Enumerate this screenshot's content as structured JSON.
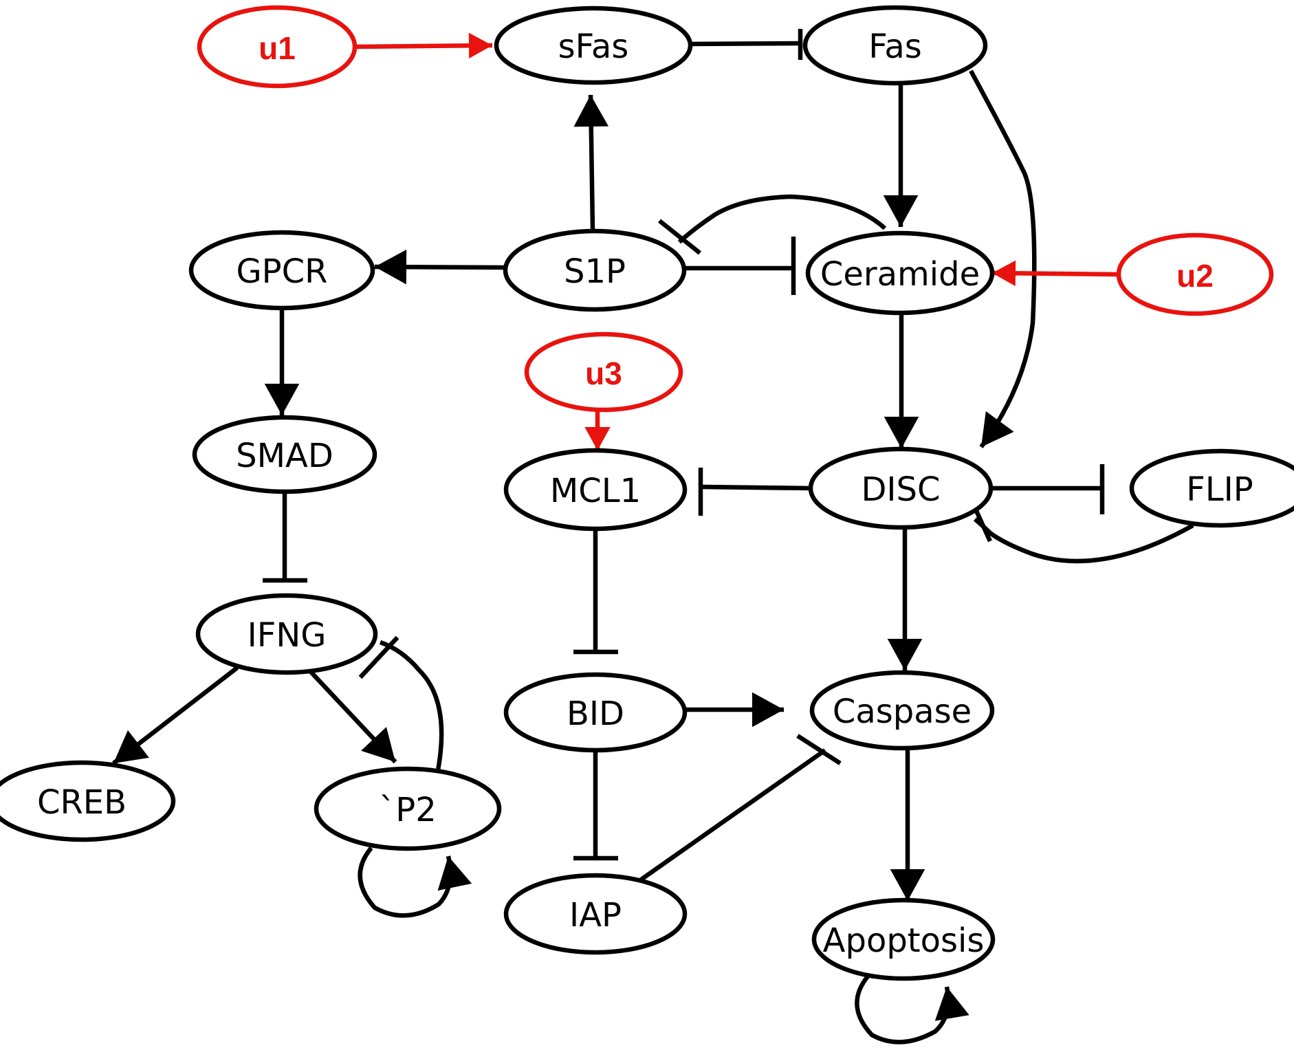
{
  "colors": {
    "default": "#000000",
    "input": "#e8130f"
  },
  "nodes": [
    {
      "id": "u1",
      "label": "u1",
      "kind": "input"
    },
    {
      "id": "sFas",
      "label": "sFas",
      "kind": "node"
    },
    {
      "id": "Fas",
      "label": "Fas",
      "kind": "node"
    },
    {
      "id": "GPCR",
      "label": "GPCR",
      "kind": "node"
    },
    {
      "id": "S1P",
      "label": "S1P",
      "kind": "node"
    },
    {
      "id": "Ceramide",
      "label": "Ceramide",
      "kind": "node"
    },
    {
      "id": "u2",
      "label": "u2",
      "kind": "input"
    },
    {
      "id": "u3",
      "label": "u3",
      "kind": "input"
    },
    {
      "id": "SMAD",
      "label": "SMAD",
      "kind": "node"
    },
    {
      "id": "MCL1",
      "label": "MCL1",
      "kind": "node"
    },
    {
      "id": "DISC",
      "label": "DISC",
      "kind": "node"
    },
    {
      "id": "FLIP",
      "label": "FLIP",
      "kind": "node"
    },
    {
      "id": "IFNG",
      "label": "IFNG",
      "kind": "node"
    },
    {
      "id": "BID",
      "label": "BID",
      "kind": "node"
    },
    {
      "id": "Caspase",
      "label": "Caspase",
      "kind": "node"
    },
    {
      "id": "CREB",
      "label": "CREB",
      "kind": "node"
    },
    {
      "id": "P2",
      "label": "`P2",
      "kind": "node"
    },
    {
      "id": "IAP",
      "label": "IAP",
      "kind": "node"
    },
    {
      "id": "Apoptosis",
      "label": "Apoptosis",
      "kind": "node"
    }
  ],
  "edges": [
    {
      "from": "u1",
      "to": "sFas",
      "type": "activation"
    },
    {
      "from": "sFas",
      "to": "Fas",
      "type": "inhibition"
    },
    {
      "from": "S1P",
      "to": "sFas",
      "type": "activation"
    },
    {
      "from": "Fas",
      "to": "Ceramide",
      "type": "activation"
    },
    {
      "from": "Fas",
      "to": "DISC",
      "type": "activation"
    },
    {
      "from": "S1P",
      "to": "GPCR",
      "type": "activation"
    },
    {
      "from": "S1P",
      "to": "Ceramide",
      "type": "inhibition"
    },
    {
      "from": "Ceramide",
      "to": "S1P",
      "type": "inhibition"
    },
    {
      "from": "u2",
      "to": "Ceramide",
      "type": "activation"
    },
    {
      "from": "Ceramide",
      "to": "DISC",
      "type": "activation"
    },
    {
      "from": "u3",
      "to": "MCL1",
      "type": "activation"
    },
    {
      "from": "GPCR",
      "to": "SMAD",
      "type": "activation"
    },
    {
      "from": "DISC",
      "to": "MCL1",
      "type": "inhibition"
    },
    {
      "from": "DISC",
      "to": "FLIP",
      "type": "inhibition"
    },
    {
      "from": "FLIP",
      "to": "DISC",
      "type": "inhibition"
    },
    {
      "from": "SMAD",
      "to": "IFNG",
      "type": "inhibition"
    },
    {
      "from": "MCL1",
      "to": "BID",
      "type": "inhibition"
    },
    {
      "from": "DISC",
      "to": "Caspase",
      "type": "activation"
    },
    {
      "from": "IFNG",
      "to": "CREB",
      "type": "activation"
    },
    {
      "from": "IFNG",
      "to": "P2",
      "type": "activation"
    },
    {
      "from": "P2",
      "to": "IFNG",
      "type": "inhibition"
    },
    {
      "from": "P2",
      "to": "P2",
      "type": "activation"
    },
    {
      "from": "BID",
      "to": "Caspase",
      "type": "activation"
    },
    {
      "from": "BID",
      "to": "IAP",
      "type": "inhibition"
    },
    {
      "from": "IAP",
      "to": "Caspase",
      "type": "inhibition"
    },
    {
      "from": "Caspase",
      "to": "Apoptosis",
      "type": "activation"
    },
    {
      "from": "Apoptosis",
      "to": "Apoptosis",
      "type": "activation"
    }
  ]
}
